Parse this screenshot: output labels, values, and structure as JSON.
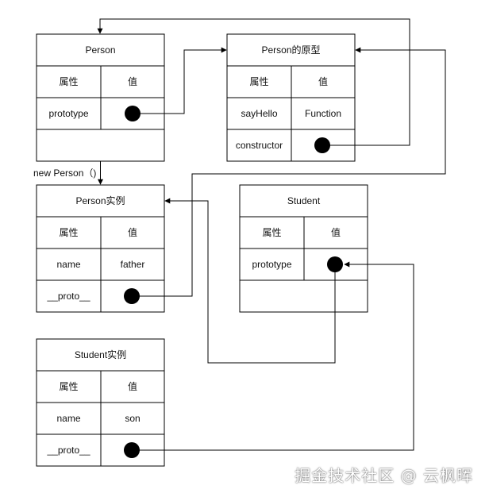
{
  "person": {
    "title": "Person",
    "col_attr": "属性",
    "col_val": "值",
    "row1_key": "prototype"
  },
  "person_proto": {
    "title": "Person的原型",
    "col_attr": "属性",
    "col_val": "值",
    "row1_key": "sayHello",
    "row1_val": "Function",
    "row2_key": "constructor"
  },
  "person_instance": {
    "title": "Person实例",
    "col_attr": "属性",
    "col_val": "值",
    "row1_key": "name",
    "row1_val": "father",
    "row2_key": "__proto__"
  },
  "student": {
    "title": "Student",
    "col_attr": "属性",
    "col_val": "值",
    "row1_key": "prototype"
  },
  "student_instance": {
    "title": "Student实例",
    "col_attr": "属性",
    "col_val": "值",
    "row1_key": "name",
    "row1_val": "son",
    "row2_key": "__proto__"
  },
  "labels": {
    "new_person": "new Person（)"
  },
  "watermark": "掘金技术社区 @ 云枫晖"
}
